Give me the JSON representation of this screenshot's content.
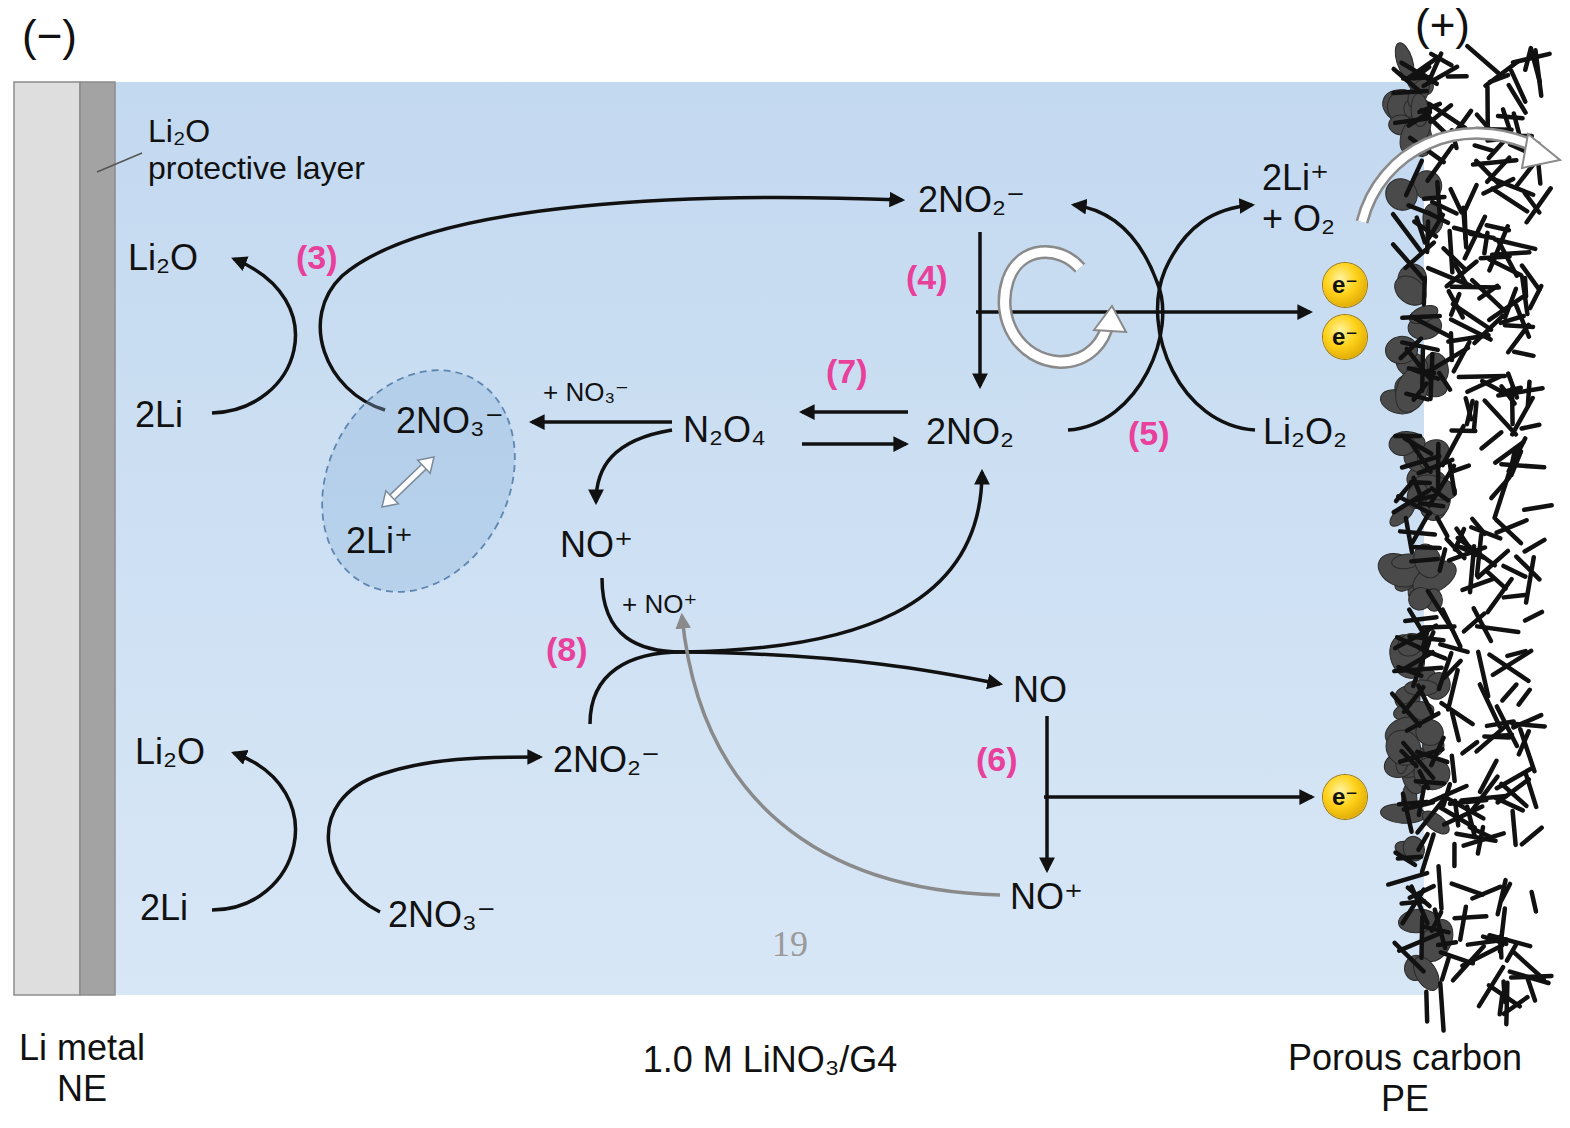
{
  "diagram": {
    "nodes": [
      {
        "text": [
          "2NO₃⁻",
          "2Li⁺"
        ]
      },
      {
        "text": [
          "e⁻"
        ]
      },
      {
        "text": [
          "e⁻"
        ]
      },
      {
        "text": [
          "e⁻"
        ]
      }
    ],
    "labels": [
      "(−)",
      "(+)",
      "Li₂O protective layer",
      "Li₂O",
      "(3)",
      "2Li",
      "2NO₂⁻",
      "2Li⁺ + O₂",
      "(4)",
      "+ NO₃⁻",
      "(7)",
      "N₂O₄",
      "2NO₂",
      "(5)",
      "Li₂O₂",
      "NO⁺",
      "+ NO⁺",
      "(8)",
      "NO",
      "Li₂O",
      "2NO₂⁻",
      "(6)",
      "2Li",
      "2NO₃⁻",
      "NO⁺",
      "19",
      "Li metal NE",
      "1.0 M LiNO₃/G4",
      "Porous carbon PE"
    ]
  }
}
